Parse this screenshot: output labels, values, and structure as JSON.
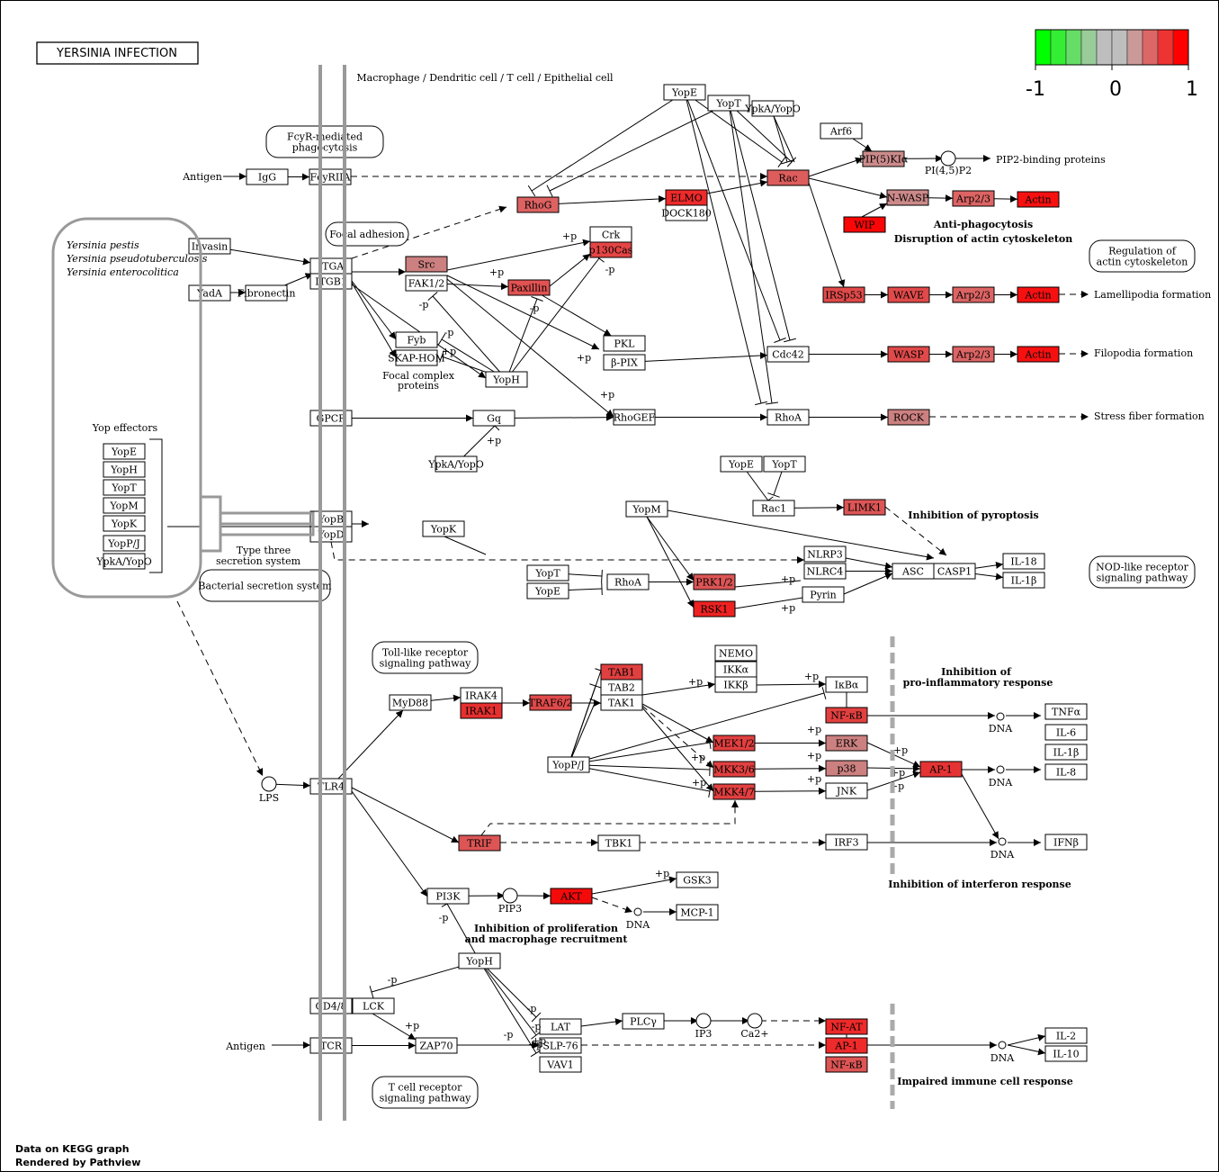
{
  "title": "YERSINIA INFECTION",
  "footer": [
    "Data on KEGG graph",
    "Rendered by Pathview"
  ],
  "legend": {
    "colors": [
      "#00FF00",
      "#33EE33",
      "#66DD66",
      "#99CC99",
      "#BEBEBE",
      "#BEBEBE",
      "#CC9999",
      "#DD6666",
      "#EE3333",
      "#FF0000"
    ],
    "labels": [
      "-1",
      "0",
      "1"
    ]
  },
  "labels": {
    "cell_types": "Macrophage / Dendritic cell / T cell / Epithelial cell",
    "yersinia_1": "Yersinia pestis",
    "yersinia_2": "Yersinia pseudotuberculosis",
    "yersinia_3": "Yersinia enterocolitica",
    "yop_effectors": "Yop effectors",
    "type3_1": "Type three",
    "type3_2": "secretion system",
    "focal_complex_1": "Focal complex",
    "focal_complex_2": "proteins",
    "anti_phago_1": "Anti-phagocytosis",
    "anti_phago_2": "Disruption of actin cytoskeleton",
    "inhib_pyroptosis": "Inhibition of pyroptosis",
    "inhib_proinf_1": "Inhibition of",
    "inhib_proinf_2": "pro-inflammatory response",
    "inhib_ifn": "Inhibition of interferon response",
    "inhib_prolif_1": "Inhibition of proliferation",
    "inhib_prolif_2": "and macrophage recruitment",
    "impaired": "Impaired immune cell response",
    "lamellipodia": "Lamellipodia formation",
    "filopodia": "Filopodia formation",
    "stress_fiber": "Stress fiber formation",
    "pip2_binding": "PIP2-binding proteins",
    "antigen1": "Antigen",
    "antigen2": "Antigen"
  },
  "pathways": [
    {
      "id": "fcyr",
      "lines": [
        "FcyR-mediated",
        "phagocytosis"
      ]
    },
    {
      "id": "focal",
      "lines": [
        "Focal adhesion"
      ]
    },
    {
      "id": "regact",
      "lines": [
        "Regulation of",
        "actin cytoskeleton"
      ]
    },
    {
      "id": "nod",
      "lines": [
        "NOD-like receptor",
        "signaling pathway"
      ]
    },
    {
      "id": "bss",
      "lines": [
        "Bacterial secretion system"
      ]
    },
    {
      "id": "tlr",
      "lines": [
        "Toll-like receptor",
        "signaling pathway"
      ]
    },
    {
      "id": "tcr",
      "lines": [
        "T cell receptor",
        "signaling pathway"
      ]
    }
  ],
  "genes": [
    {
      "id": "IgG",
      "label": "IgG",
      "color": "#FFFFFF"
    },
    {
      "id": "FcyRIIA",
      "label": "FcyRIIA",
      "color": "#FFFFFF"
    },
    {
      "id": "Invasin",
      "label": "Invasin",
      "color": "#FFFFFF"
    },
    {
      "id": "YadA",
      "label": "YadA",
      "color": "#FFFFFF"
    },
    {
      "id": "Fibronectin",
      "label": "Fibronectin",
      "color": "#FFFFFF"
    },
    {
      "id": "ITGA",
      "label": "ITGA",
      "color": "#FFFFFF"
    },
    {
      "id": "ITGB1",
      "label": "ITGB1",
      "color": "#FFFFFF"
    },
    {
      "id": "Src",
      "label": "Src",
      "color": "#CC8080"
    },
    {
      "id": "FAK",
      "label": "FAK1/2",
      "color": "#FFFFFF"
    },
    {
      "id": "RhoG",
      "label": "RhoG",
      "color": "#DD6262"
    },
    {
      "id": "ELMO",
      "label": "ELMO",
      "color": "#EE2A2A"
    },
    {
      "id": "DOCK180",
      "label": "DOCK180",
      "color": "#FFFFFF"
    },
    {
      "id": "Crk",
      "label": "Crk",
      "color": "#FFFFFF"
    },
    {
      "id": "p130Cas",
      "label": "p130Cas",
      "color": "#E44545"
    },
    {
      "id": "Paxillin",
      "label": "Paxillin",
      "color": "#E25252"
    },
    {
      "id": "Fyb",
      "label": "Fyb",
      "color": "#FFFFFF"
    },
    {
      "id": "SKAP",
      "label": "SKAP-HOM",
      "color": "#FFFFFF"
    },
    {
      "id": "YopH_a",
      "label": "YopH",
      "color": "#FFFFFF"
    },
    {
      "id": "PKL",
      "label": "PKL",
      "color": "#FFFFFF"
    },
    {
      "id": "bPIX",
      "label": "β-PIX",
      "color": "#FFFFFF"
    },
    {
      "id": "YopE_t",
      "label": "YopE",
      "color": "#FFFFFF"
    },
    {
      "id": "YopT_t",
      "label": "YopT",
      "color": "#FFFFFF"
    },
    {
      "id": "YkpA_t",
      "label": "YpkA/YopO",
      "color": "#FFFFFF"
    },
    {
      "id": "Rac",
      "label": "Rac",
      "color": "#DD5C5C"
    },
    {
      "id": "Arf6",
      "label": "Arf6",
      "color": "#FFFFFF"
    },
    {
      "id": "PIP5K",
      "label": "PIP(5)KIα",
      "color": "#CC8B8B"
    },
    {
      "id": "NWASP",
      "label": "N-WASP",
      "color": "#CC8989"
    },
    {
      "id": "Arp23a",
      "label": "Arp2/3",
      "color": "#DD6464"
    },
    {
      "id": "Actin_a",
      "label": "Actin",
      "color": "#F71010"
    },
    {
      "id": "WIP",
      "label": "WIP",
      "color": "#FB0606"
    },
    {
      "id": "IRSp53",
      "label": "IRSp53",
      "color": "#E04A4A"
    },
    {
      "id": "WAVE",
      "label": "WAVE",
      "color": "#E04A4A"
    },
    {
      "id": "Arp23b",
      "label": "Arp2/3",
      "color": "#DD6464"
    },
    {
      "id": "Actin_b",
      "label": "Actin",
      "color": "#F71010"
    },
    {
      "id": "Cdc42",
      "label": "Cdc42",
      "color": "#FFFFFF"
    },
    {
      "id": "WASP",
      "label": "WASP",
      "color": "#E04A4A"
    },
    {
      "id": "Arp23c",
      "label": "Arp2/3",
      "color": "#DD6464"
    },
    {
      "id": "Actin_c",
      "label": "Actin",
      "color": "#F71010"
    },
    {
      "id": "GPCR",
      "label": "GPCR",
      "color": "#FFFFFF"
    },
    {
      "id": "Gq",
      "label": "Gq",
      "color": "#FFFFFF"
    },
    {
      "id": "RhoGEF",
      "label": "RhoGEF",
      "color": "#FFFFFF"
    },
    {
      "id": "RhoA_a",
      "label": "RhoA",
      "color": "#FFFFFF"
    },
    {
      "id": "ROCK",
      "label": "ROCK",
      "color": "#CC8080"
    },
    {
      "id": "YkpA_g",
      "label": "YpkA/YopO",
      "color": "#FFFFFF"
    },
    {
      "id": "YopE_e",
      "label": "YopE",
      "color": "#FFFFFF"
    },
    {
      "id": "YopH_e",
      "label": "YopH",
      "color": "#FFFFFF"
    },
    {
      "id": "YopT_e",
      "label": "YopT",
      "color": "#FFFFFF"
    },
    {
      "id": "YopM_e",
      "label": "YopM",
      "color": "#FFFFFF"
    },
    {
      "id": "YopK_e",
      "label": "YopK",
      "color": "#FFFFFF"
    },
    {
      "id": "YopPJ_e",
      "label": "YopP/J",
      "color": "#FFFFFF"
    },
    {
      "id": "YkpA_e",
      "label": "YpkA/YopO",
      "color": "#FFFFFF"
    },
    {
      "id": "YopB",
      "label": "YopB",
      "color": "#FFFFFF"
    },
    {
      "id": "YopD",
      "label": "YopD",
      "color": "#FFFFFF"
    },
    {
      "id": "YopK_m",
      "label": "YopK",
      "color": "#FFFFFF"
    },
    {
      "id": "YopE_r",
      "label": "YopE",
      "color": "#FFFFFF"
    },
    {
      "id": "YopT_r",
      "label": "YopT",
      "color": "#FFFFFF"
    },
    {
      "id": "Rac1",
      "label": "Rac1",
      "color": "#FFFFFF"
    },
    {
      "id": "LIMK1",
      "label": "LIMK1",
      "color": "#DD5555"
    },
    {
      "id": "YopM_m",
      "label": "YopM",
      "color": "#FFFFFF"
    },
    {
      "id": "NLRP3",
      "label": "NLRP3",
      "color": "#FFFFFF"
    },
    {
      "id": "NLRC4",
      "label": "NLRC4",
      "color": "#FFFFFF"
    },
    {
      "id": "ASC",
      "label": "ASC",
      "color": "#FFFFFF"
    },
    {
      "id": "CASP1",
      "label": "CASP1",
      "color": "#FFFFFF"
    },
    {
      "id": "IL18",
      "label": "IL-18",
      "color": "#FFFFFF"
    },
    {
      "id": "IL1b_a",
      "label": "IL-1β",
      "color": "#FFFFFF"
    },
    {
      "id": "YopT_p",
      "label": "YopT",
      "color": "#FFFFFF"
    },
    {
      "id": "YopE_p",
      "label": "YopE",
      "color": "#FFFFFF"
    },
    {
      "id": "RhoA_b",
      "label": "RhoA",
      "color": "#FFFFFF"
    },
    {
      "id": "PRK12",
      "label": "PRK1/2",
      "color": "#DD5555"
    },
    {
      "id": "RSK1",
      "label": "RSK1",
      "color": "#EE2222"
    },
    {
      "id": "Pyrin",
      "label": "Pyrin",
      "color": "#FFFFFF"
    },
    {
      "id": "MyD88",
      "label": "MyD88",
      "color": "#FFFFFF"
    },
    {
      "id": "IRAK4",
      "label": "IRAK4",
      "color": "#FFFFFF"
    },
    {
      "id": "IRAK1",
      "label": "IRAK1",
      "color": "#E63030"
    },
    {
      "id": "TRAF6",
      "label": "TRAF6/2",
      "color": "#E04A4A"
    },
    {
      "id": "TAB1",
      "label": "TAB1",
      "color": "#E04040"
    },
    {
      "id": "TAB2",
      "label": "TAB2",
      "color": "#FFFFFF"
    },
    {
      "id": "TAK1",
      "label": "TAK1",
      "color": "#FFFFFF"
    },
    {
      "id": "NEMO",
      "label": "NEMO",
      "color": "#FFFFFF"
    },
    {
      "id": "IKKa",
      "label": "IKKα",
      "color": "#FFFFFF"
    },
    {
      "id": "IKKb",
      "label": "IKKβ",
      "color": "#FFFFFF"
    },
    {
      "id": "IkBa",
      "label": "IκBα",
      "color": "#FFFFFF"
    },
    {
      "id": "NFkB_a",
      "label": "NF-κB",
      "color": "#E24040"
    },
    {
      "id": "YopPJ_m",
      "label": "YopP/J",
      "color": "#FFFFFF"
    },
    {
      "id": "MEK12",
      "label": "MEK1/2",
      "color": "#E24040"
    },
    {
      "id": "MKK36",
      "label": "MKK3/6",
      "color": "#E24040"
    },
    {
      "id": "MKK47",
      "label": "MKK4/7",
      "color": "#E24040"
    },
    {
      "id": "ERK",
      "label": "ERK",
      "color": "#CC8080"
    },
    {
      "id": "p38",
      "label": "p38",
      "color": "#CC8080"
    },
    {
      "id": "JNK",
      "label": "JNK",
      "color": "#FFFFFF"
    },
    {
      "id": "AP1_a",
      "label": "AP-1",
      "color": "#E53333"
    },
    {
      "id": "TNFa",
      "label": "TNFα",
      "color": "#FFFFFF"
    },
    {
      "id": "IL6",
      "label": "IL-6",
      "color": "#FFFFFF"
    },
    {
      "id": "IL1b_b",
      "label": "IL-1β",
      "color": "#FFFFFF"
    },
    {
      "id": "IL8",
      "label": "IL-8",
      "color": "#FFFFFF"
    },
    {
      "id": "TLR4",
      "label": "TLR4",
      "color": "#FFFFFF"
    },
    {
      "id": "TRIF",
      "label": "TRIF",
      "color": "#DD5555"
    },
    {
      "id": "TBK1",
      "label": "TBK1",
      "color": "#FFFFFF"
    },
    {
      "id": "IRF3",
      "label": "IRF3",
      "color": "#FFFFFF"
    },
    {
      "id": "IFNb",
      "label": "IFNβ",
      "color": "#FFFFFF"
    },
    {
      "id": "PI3K",
      "label": "PI3K",
      "color": "#FFFFFF"
    },
    {
      "id": "AKT",
      "label": "AKT",
      "color": "#F50A0A"
    },
    {
      "id": "GSK3",
      "label": "GSK3",
      "color": "#FFFFFF"
    },
    {
      "id": "MCP1",
      "label": "MCP-1",
      "color": "#FFFFFF"
    },
    {
      "id": "YopH_l",
      "label": "YopH",
      "color": "#FFFFFF"
    },
    {
      "id": "CD48",
      "label": "CD4/8",
      "color": "#FFFFFF"
    },
    {
      "id": "LCK",
      "label": "LCK",
      "color": "#FFFFFF"
    },
    {
      "id": "TCR",
      "label": "TCR",
      "color": "#FFFFFF"
    },
    {
      "id": "ZAP70",
      "label": "ZAP70",
      "color": "#FFFFFF"
    },
    {
      "id": "LAT",
      "label": "LAT",
      "color": "#FFFFFF"
    },
    {
      "id": "SLP76",
      "label": "SLP-76",
      "color": "#FFFFFF"
    },
    {
      "id": "VAV1",
      "label": "VAV1",
      "color": "#FFFFFF"
    },
    {
      "id": "PLCg",
      "label": "PLCγ",
      "color": "#FFFFFF"
    },
    {
      "id": "NFAT",
      "label": "NF-AT",
      "color": "#EE2A2A"
    },
    {
      "id": "AP1_b",
      "label": "AP-1",
      "color": "#EE2A2A"
    },
    {
      "id": "NFkB_b",
      "label": "NF-κB",
      "color": "#DD5555"
    },
    {
      "id": "IL2",
      "label": "IL-2",
      "color": "#FFFFFF"
    },
    {
      "id": "IL10",
      "label": "IL-10",
      "color": "#FFFFFF"
    }
  ],
  "compounds": [
    {
      "id": "PIP2",
      "label": "PI(4,5)P2"
    },
    {
      "id": "LPS",
      "label": "LPS"
    },
    {
      "id": "PIP3",
      "label": "PIP3"
    },
    {
      "id": "DNA_a",
      "label": "DNA"
    },
    {
      "id": "DNA_b",
      "label": "DNA"
    },
    {
      "id": "DNA_c",
      "label": "DNA"
    },
    {
      "id": "DNA_d",
      "label": "DNA"
    },
    {
      "id": "DNA_e",
      "label": "DNA"
    },
    {
      "id": "IP3",
      "label": "IP3"
    },
    {
      "id": "Ca",
      "label": "Ca2+"
    }
  ],
  "edge_marks": [
    "+p",
    "+p",
    "-p",
    "-p",
    "-p",
    "-p",
    "+p",
    "+p",
    "+p",
    "+p",
    "-p",
    "+p",
    "+p",
    "+p",
    "+p",
    "+p",
    "+p",
    "+p",
    "+p",
    "+p",
    "+p",
    "+p",
    "+p",
    "+p",
    "+p",
    "-p",
    "-p",
    "-p",
    "-p",
    "+p",
    "+p"
  ]
}
